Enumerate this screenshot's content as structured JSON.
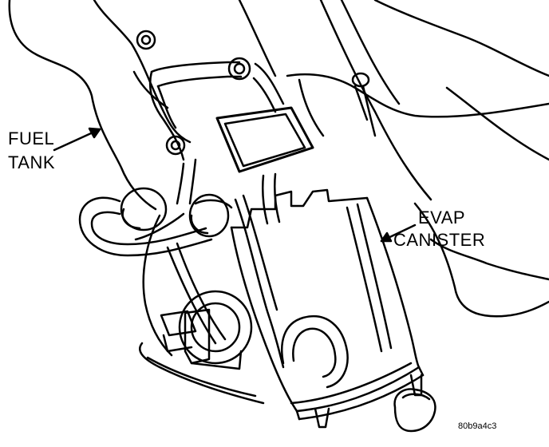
{
  "labels": {
    "fuel_tank_line1": "FUEL",
    "fuel_tank_line2": "TANK",
    "evap_canister_line1": "EVAP",
    "evap_canister_line2": "CANISTER",
    "figure_code": "80b9a4c3"
  },
  "colors": {
    "ink": "#000000",
    "paper": "#ffffff"
  }
}
